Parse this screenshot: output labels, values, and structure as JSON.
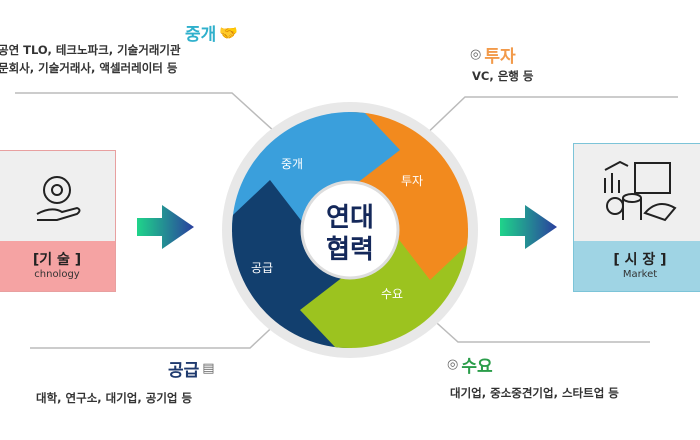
{
  "center": {
    "line1": "연대",
    "line2": "협력"
  },
  "segments": {
    "brokerage": "중개",
    "investment": "투자",
    "demand": "수요",
    "supply": "공급"
  },
  "callouts": {
    "brokerage": {
      "title": "중개",
      "line1": "공연 TLO, 테크노파크, 기술거래기관",
      "line2": "문회사, 기술거래사, 액셀러레이터 등",
      "icon": "handshake-icon"
    },
    "investment": {
      "title": "투자",
      "line1": "VC, 은행 등",
      "icon": "money-hand-icon"
    },
    "demand": {
      "title": "수요",
      "line1": "대기업, 중소중견기업, 스타트업 등",
      "icon": "money-hand-icon"
    },
    "supply": {
      "title": "공급",
      "line1": "대학, 연구소, 대기업, 공기업 등",
      "icon": "document-hand-icon"
    }
  },
  "left_box": {
    "title": "[기 술 ]",
    "subtitle": "chnology",
    "icon": "gear-hand-icon"
  },
  "right_box": {
    "title": "[ 시 장 ]",
    "subtitle": "Market",
    "icon": "market-handshake-icon"
  },
  "colors": {
    "brokerage": "#3a9fdc",
    "investment": "#f28a1e",
    "demand": "#9cc31f",
    "supply": "#123f6e",
    "brokerage_text": "#2fb0cc",
    "investment_text": "#f29a4a",
    "demand_text": "#2a9d4a",
    "supply_text": "#1f3a6e"
  }
}
